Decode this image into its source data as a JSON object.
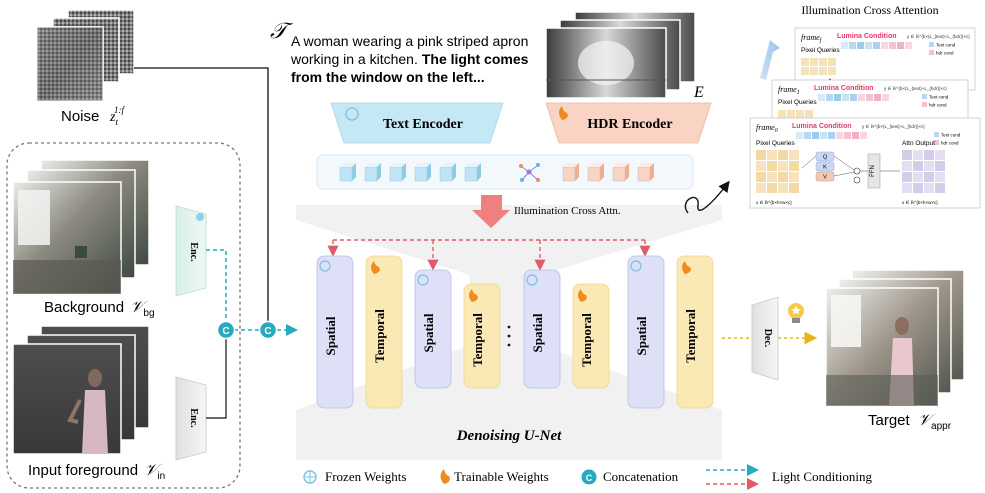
{
  "diagram": {
    "noise": {
      "label": "Noise",
      "symbol": "z",
      "sub": "t",
      "sup": "1:f"
    },
    "prompt": {
      "symbol": "𝒯",
      "line1": "A woman wearing a pink striped apron",
      "line2_plain": "working in a kitchen.",
      "line2_bold": "The light comes",
      "line3_bold": "from the window on the left..."
    },
    "hdr": {
      "symbol": "E"
    },
    "encoders": {
      "text": "Text Encoder",
      "hdr": "HDR Encoder"
    },
    "illum_attn_label": "Illumination Cross Attn.",
    "unet": {
      "title": "Denoising U-Net",
      "spatial": "Spatial",
      "temporal": "Temporal",
      "dots": "· · ·"
    },
    "background": {
      "label": "Background",
      "symbol": "𝒱",
      "sub": "bg"
    },
    "foreground": {
      "label": "Input foreground",
      "symbol": "𝒱",
      "sub": "in"
    },
    "enc_label": "Enc.",
    "dec_label": "Dec.",
    "concat_symbol": "C",
    "target": {
      "label": "Target",
      "symbol": "𝒱",
      "sub": "appr"
    },
    "inset": {
      "title": "Illumination Cross Attention",
      "frames": [
        {
          "label": "frame",
          "sub": "f"
        },
        {
          "label": "frame",
          "sub": "1"
        },
        {
          "label": "frame",
          "sub": "0"
        }
      ],
      "lumina": "Lumina Condition",
      "lumina_dim": "y ∈ ℝ^{b×(L_{text}+L_{hdr})×c}",
      "pixel_queries": "Pixel Queries",
      "text_cond": "Text cond",
      "hdr_cond": "hdr cond",
      "ffn": "FFN",
      "attn_output": "Attn Output",
      "x_dim": "x ∈ ℝ^{b×h×w×c}",
      "q": "Q",
      "k": "K",
      "v": "V",
      "dots": "⋮"
    },
    "legend": {
      "frozen": "Frozen Weights",
      "trainable": "Trainable Weights",
      "concat": "Concatenation",
      "light": "Light Conditioning"
    },
    "colors": {
      "text_encoder": "#c5e8f5",
      "hdr_encoder": "#f9d3c3",
      "spatial": "#dde0f7",
      "temporal": "#fbe9b5",
      "teal": "#27a9bf",
      "red_dash": "#e05b6b",
      "gold": "#e8b31a"
    }
  }
}
